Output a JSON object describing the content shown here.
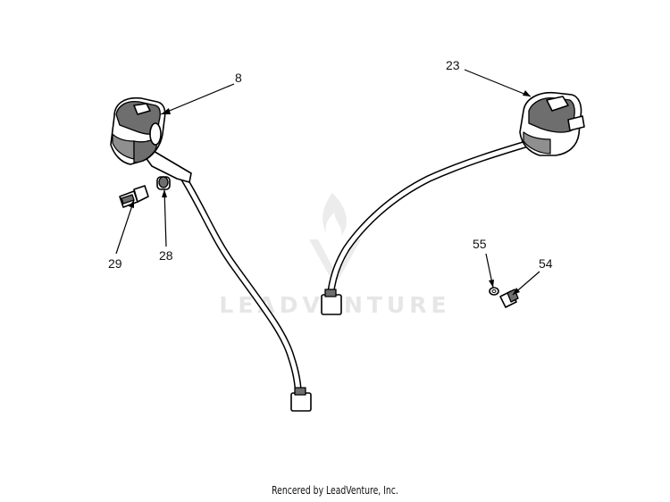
{
  "diagram": {
    "callouts": {
      "part_8": "8",
      "part_23": "23",
      "part_28": "28",
      "part_29": "29",
      "part_54": "54",
      "part_55": "55"
    },
    "watermark": {
      "text": "LEADVENTURE"
    }
  },
  "footer": {
    "credit": "Rencered by LeadVenture, Inc."
  },
  "colors": {
    "background": "#ffffff",
    "line": "#000000",
    "part_shade": "#6e6e6e",
    "watermark": "#e6e6e6"
  },
  "icons": {
    "watermark_logo": "flame-v-logo-icon"
  }
}
